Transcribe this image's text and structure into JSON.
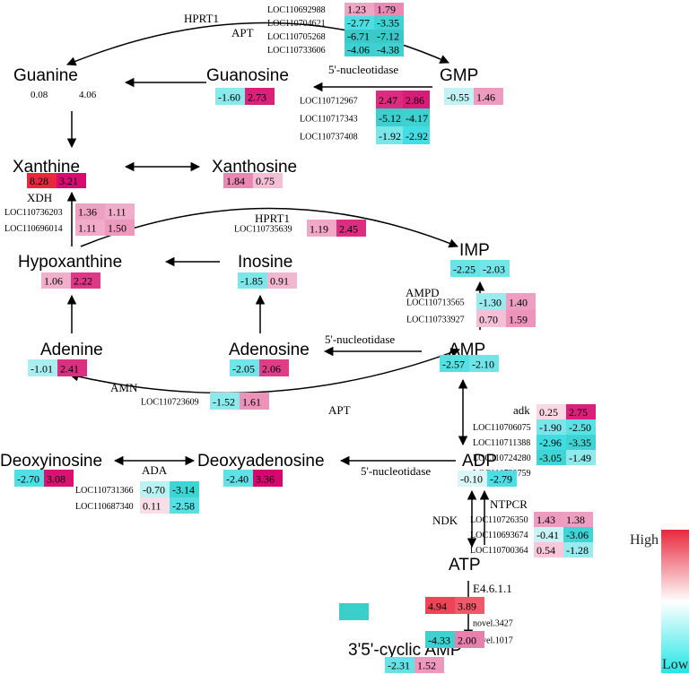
{
  "metabolites": {
    "guanine": "Guanine",
    "guanosine": "Guanosine",
    "gmp": "GMP",
    "xanthine": "Xanthine",
    "xanthosine": "Xanthosine",
    "imp": "IMP",
    "hypoxanthine": "Hypoxanthine",
    "inosine": "Inosine",
    "adenine": "Adenine",
    "adenosine": "Adenosine",
    "amp": "AMP",
    "deoxyinosine": "Deoxyinosine",
    "deoxyadenosine": "Deoxyadenosine",
    "adp": "ADP",
    "atp": "ATP",
    "camp": "3'5'-cyclic AMP"
  },
  "enzymes": {
    "hprt1_top": "HPRT1",
    "apt_top": "APT",
    "nt5_guanosine": "5'-nucleotidase",
    "xdh": "XDH",
    "hprt1_mid": "HPRT1",
    "ampd": "AMPD",
    "nt5_adenosine": "5'-nucleotidase",
    "amn": "AMN",
    "apt_bottom": "APT",
    "adk": "adk",
    "ada": "ADA",
    "nt5_deoxyadenosine": "5'-nucleotidase",
    "ndk": "NDK",
    "ntpcr": "NTPCR",
    "e4611": "E4.6.1.1"
  },
  "guanine_values": [
    "0.08",
    "4.06"
  ],
  "heat_rows": {
    "hprt1_apt": [
      {
        "gene": "LOC110692988",
        "v": [
          1.23,
          1.79
        ]
      },
      {
        "gene": "LOC110704621",
        "v": [
          -2.77,
          -3.35
        ]
      },
      {
        "gene": "LOC110705268",
        "v": [
          -6.71,
          -7.12
        ]
      },
      {
        "gene": "LOC110733606",
        "v": [
          -4.06,
          -4.38
        ]
      }
    ],
    "guanosine": [
      {
        "gene": "",
        "v": [
          -1.6,
          2.73
        ]
      }
    ],
    "gmp": [
      {
        "gene": "",
        "v": [
          -0.55,
          1.46
        ]
      }
    ],
    "nt5_guanosine": [
      {
        "gene": "LOC110712967",
        "v": [
          2.47,
          2.86
        ]
      },
      {
        "gene": "LOC110717343",
        "v": [
          -5.12,
          -4.17
        ]
      },
      {
        "gene": "LOC110737408",
        "v": [
          -1.92,
          -2.92
        ]
      }
    ],
    "xanthine": [
      {
        "gene": "",
        "v": [
          8.28,
          3.21
        ]
      }
    ],
    "xanthosine": [
      {
        "gene": "",
        "v": [
          1.84,
          0.75
        ]
      }
    ],
    "xdh": [
      {
        "gene": "LOC110736203",
        "v": [
          1.36,
          1.11
        ]
      },
      {
        "gene": "LOC110696014",
        "v": [
          1.11,
          1.5
        ]
      }
    ],
    "hprt1_mid": [
      {
        "gene": "LOC110735639",
        "v": [
          1.19,
          2.45
        ]
      }
    ],
    "imp": [
      {
        "gene": "",
        "v": [
          -2.25,
          -2.03
        ]
      }
    ],
    "hypoxanthine": [
      {
        "gene": "",
        "v": [
          1.06,
          2.22
        ]
      }
    ],
    "inosine": [
      {
        "gene": "",
        "v": [
          -1.85,
          0.91
        ]
      }
    ],
    "ampd": [
      {
        "gene": "LOC110713565",
        "v": [
          -1.3,
          1.4
        ]
      },
      {
        "gene": "LOC110733927",
        "v": [
          0.7,
          1.59
        ]
      }
    ],
    "adenine": [
      {
        "gene": "",
        "v": [
          -1.01,
          2.41
        ]
      }
    ],
    "adenosine": [
      {
        "gene": "",
        "v": [
          -2.05,
          2.06
        ]
      }
    ],
    "amp": [
      {
        "gene": "",
        "v": [
          -2.57,
          -2.1
        ]
      }
    ],
    "adk": [
      {
        "gene": "",
        "v": [
          0.25,
          2.75
        ]
      },
      {
        "gene": "LOC110706075",
        "v": [
          -1.9,
          -2.5
        ]
      },
      {
        "gene": "LOC110711388",
        "v": [
          -2.96,
          -3.35
        ]
      },
      {
        "gene": "LOC110724280",
        "v": [
          -3.05,
          -1.49
        ]
      },
      {
        "gene": "LOC110739759",
        "v": [
          null,
          null
        ]
      }
    ],
    "amn": [
      {
        "gene": "LOC110723609",
        "v": [
          -1.52,
          1.61
        ]
      }
    ],
    "deoxyinosine": [
      {
        "gene": "",
        "v": [
          -2.7,
          3.08
        ]
      }
    ],
    "deoxyadenosine": [
      {
        "gene": "",
        "v": [
          -2.4,
          3.36
        ]
      }
    ],
    "adp": [
      {
        "gene": "",
        "v": [
          -0.1,
          -2.79
        ]
      }
    ],
    "ada": [
      {
        "gene": "LOC110731366",
        "v": [
          -0.7,
          -3.14
        ]
      },
      {
        "gene": "LOC110687340",
        "v": [
          0.11,
          -2.58
        ]
      }
    ],
    "ntpcr": [
      {
        "gene": "LOC110726350",
        "v": [
          1.43,
          1.38
        ]
      },
      {
        "gene": "LOC110693674",
        "v": [
          -0.41,
          -3.06
        ]
      },
      {
        "gene": "LOC110700364",
        "v": [
          0.54,
          -1.28
        ]
      }
    ],
    "e4611": [
      {
        "gene": "",
        "v": [
          4.94,
          3.89
        ]
      },
      {
        "gene": "novel.3427",
        "v": [
          null,
          null
        ]
      },
      {
        "gene": "novel.1017",
        "v": [
          -4.33,
          2.0
        ]
      }
    ],
    "camp": [
      {
        "gene": "",
        "v": [
          -2.31,
          1.52
        ]
      }
    ]
  },
  "legend": {
    "high": "High",
    "low": "Low"
  },
  "colors": {
    "high": "#e8283c",
    "mid": "#ffffff",
    "low": "#22e6e6",
    "magenta": "#d4006a",
    "teal_swatch": "#3ccfc9"
  }
}
